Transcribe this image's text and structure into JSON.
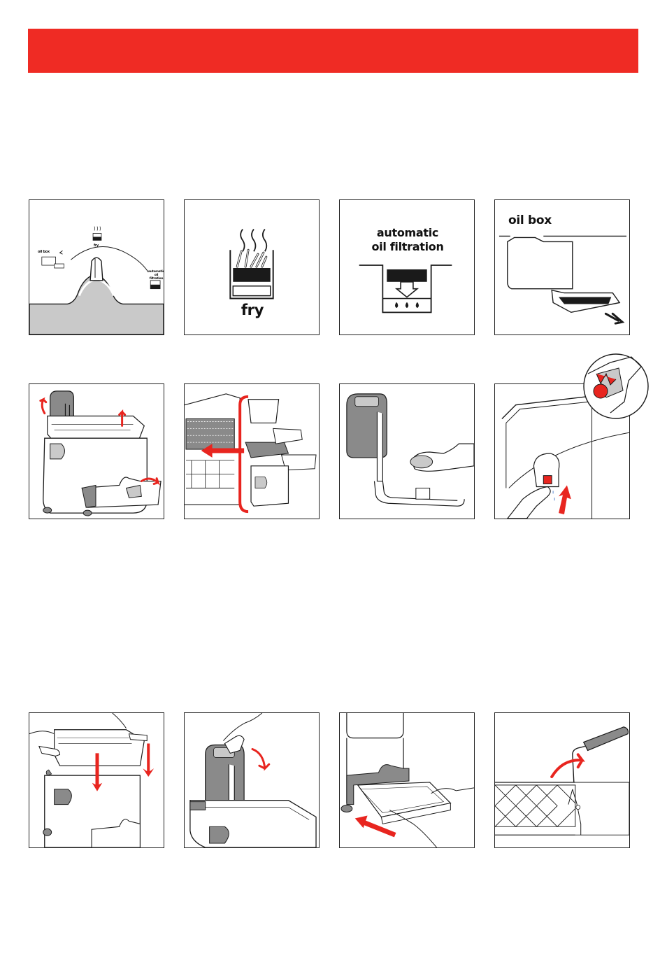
{
  "colors": {
    "banner": "#ef2b24",
    "accent": "#e8251f",
    "ink": "#1a1a1a",
    "tint": "#c9c9c9"
  },
  "row1": {
    "p1": {
      "label_oil_box": "oil box",
      "label_fry": "fry",
      "label_filtration_1": "automatic",
      "label_filtration_2": "oil filtration",
      "icon": "dial-selector-icon"
    },
    "p2": {
      "label": "fry",
      "icon": "fry-basket-icon"
    },
    "p3": {
      "label_line1": "automatic",
      "label_line2": "oil filtration",
      "icon": "oil-filtration-icon"
    },
    "p4": {
      "label": "oil box",
      "icon": "oil-box-drawer-icon"
    }
  },
  "row2": {
    "p1": {
      "icon": "fryer-disassembly-icon"
    },
    "p2": {
      "icon": "dishwasher-parts-icon"
    },
    "p3": {
      "icon": "wipe-heating-element-icon"
    },
    "p4": {
      "icon": "drain-valve-press-icon",
      "zoom_icon": "valve-detail-zoom-icon"
    }
  },
  "row3": {
    "p1": {
      "icon": "insert-bowl-icon"
    },
    "p2": {
      "icon": "lower-control-panel-icon"
    },
    "p3": {
      "icon": "slide-in-oil-box-icon"
    },
    "p4": {
      "icon": "raise-basket-handle-icon"
    }
  }
}
